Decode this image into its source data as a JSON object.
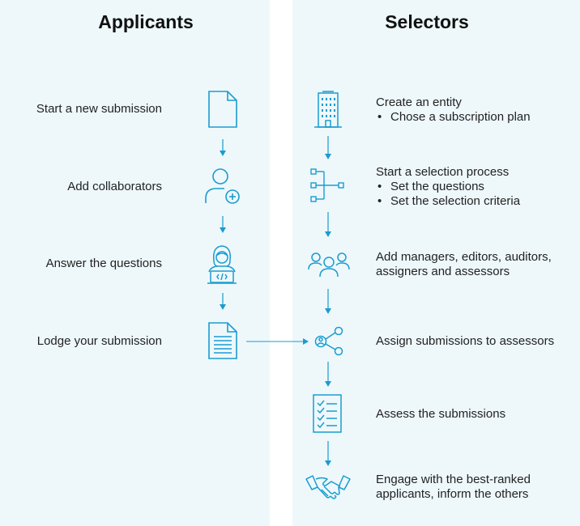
{
  "colors": {
    "accent": "#1a9ccf",
    "panel_bg": "#eef8fb",
    "text": "#222222"
  },
  "applicants": {
    "title": "Applicants",
    "steps": [
      {
        "label": "Start a new submission",
        "icon": "document-icon"
      },
      {
        "label": "Add collaborators",
        "icon": "user-add-icon"
      },
      {
        "label": "Answer the questions",
        "icon": "person-laptop-icon"
      },
      {
        "label": "Lodge your submission",
        "icon": "lined-document-icon"
      }
    ]
  },
  "selectors": {
    "title": "Selectors",
    "steps": [
      {
        "label": "Create an entity",
        "bullets": [
          "Chose a subscription plan"
        ],
        "icon": "building-icon"
      },
      {
        "label": "Start a selection process",
        "bullets": [
          "Set the questions",
          "Set the selection criteria"
        ],
        "icon": "process-tree-icon"
      },
      {
        "label_lines": [
          "Add managers, editors, auditors,",
          "assigners and assessors"
        ],
        "icon": "user-group-icon"
      },
      {
        "label": "Assign submissions to assessors",
        "icon": "share-user-icon"
      },
      {
        "label": "Assess the submissions",
        "icon": "checklist-icon"
      },
      {
        "label_lines": [
          "Engage with the best-ranked",
          "applicants, inform the others"
        ],
        "icon": "handshake-icon"
      }
    ]
  }
}
